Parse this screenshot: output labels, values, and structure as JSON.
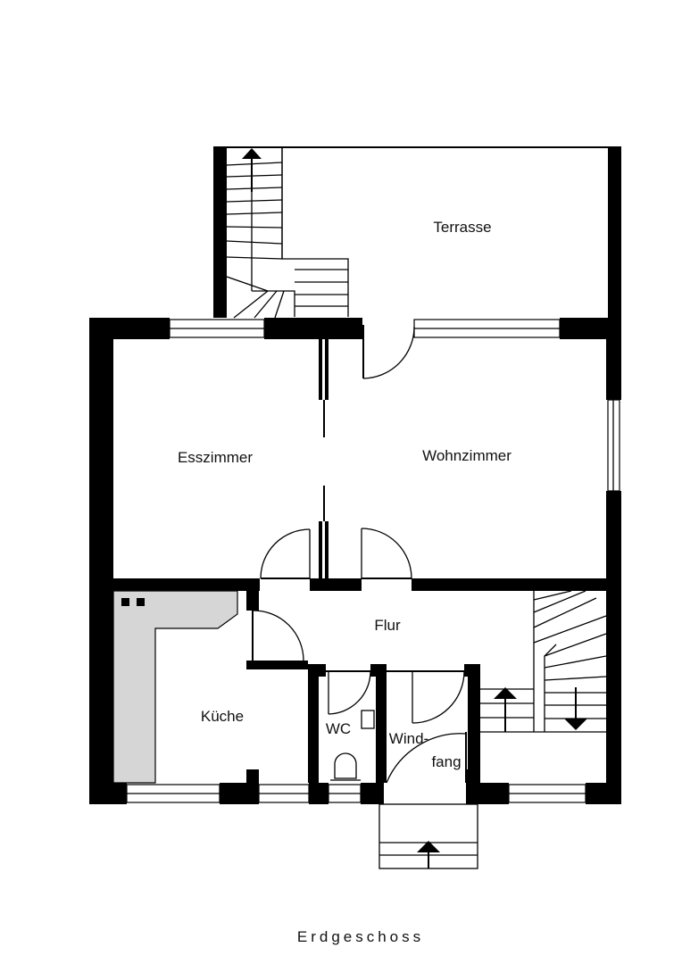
{
  "plan": {
    "rooms": {
      "terrasse": "Terrasse",
      "esszimmer": "Esszimmer",
      "wohnzimmer": "Wohnzimmer",
      "flur": "Flur",
      "kueche": "Küche",
      "wc": "WC",
      "windfang_1": "Wind-",
      "windfang_2": "fang"
    },
    "caption": "Erdgeschoss"
  }
}
